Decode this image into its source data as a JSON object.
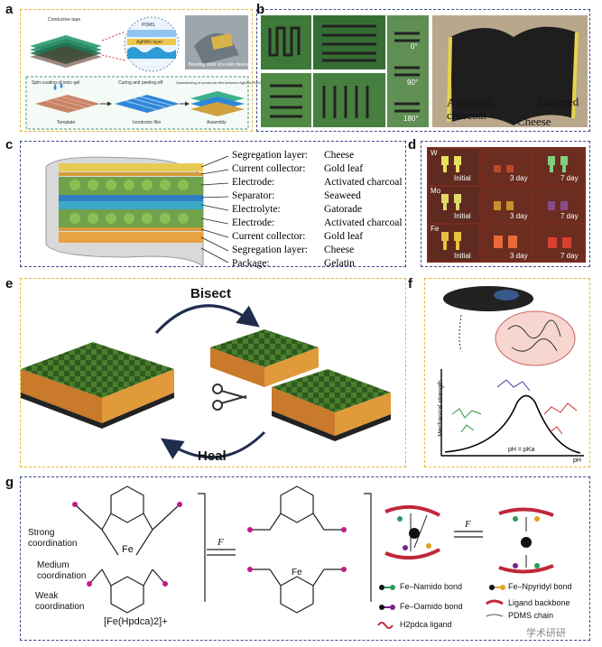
{
  "panels": {
    "a": {
      "label": "a",
      "tape_label": "Conductive tape",
      "layers": [
        "PDMS",
        "AgNWs layer",
        "Ionotronic film"
      ],
      "photo_caption": "Bending state of e-skin device",
      "steps": [
        "Spin-coating of ionic-gel",
        "Curing and peeling-off",
        "Sandwiching of ionotronic film between AgNWs/PDMS electrodes"
      ],
      "stages": [
        "Template",
        "Ionotronic film",
        "Assembly"
      ]
    },
    "b": {
      "label": "b",
      "angles": [
        "0°",
        "90°",
        "180°"
      ],
      "annotations": [
        "Activated charcoal",
        "Seaweed",
        "Cheese"
      ]
    },
    "c": {
      "label": "c",
      "rows": [
        {
          "name": "Segregation layer:",
          "material": "Cheese"
        },
        {
          "name": "Current collector:",
          "material": "Gold leaf"
        },
        {
          "name": "Electrode:",
          "material": "Activated charcoal"
        },
        {
          "name": "Separator:",
          "material": "Seaweed"
        },
        {
          "name": "Electrolyte:",
          "material": "Gatorade"
        },
        {
          "name": "Electrode:",
          "material": "Activated charcoal"
        },
        {
          "name": "Current collector:",
          "material": "Gold leaf"
        },
        {
          "name": "Segregation layer:",
          "material": "Cheese"
        },
        {
          "name": "Package:",
          "material": "Gelatin"
        }
      ]
    },
    "d": {
      "label": "d",
      "metals": [
        "W",
        "Mo",
        "Fe"
      ],
      "times": [
        "Initial",
        "3 day",
        "7 day"
      ]
    },
    "e": {
      "label": "e",
      "bisect": "Bisect",
      "heal": "Heal"
    },
    "f": {
      "label": "f",
      "ylabel": "Mechanical strength",
      "xlabel": "pH",
      "peak_label": "pH = pKa"
    },
    "g": {
      "label": "g",
      "strong": "Strong coordination",
      "medium": "Medium coordination",
      "weak": "Weak coordination",
      "complex": "[Fe(Hpdca)2]+",
      "F": "F",
      "fe": "Fe",
      "legend": [
        "Fe–Namido bond",
        "Fe–Npyridyl bond",
        "Fe–Oamido bond",
        "Ligand backbone",
        "H2pdca ligand",
        "PDMS chain"
      ],
      "watermark": "学术研研"
    }
  }
}
